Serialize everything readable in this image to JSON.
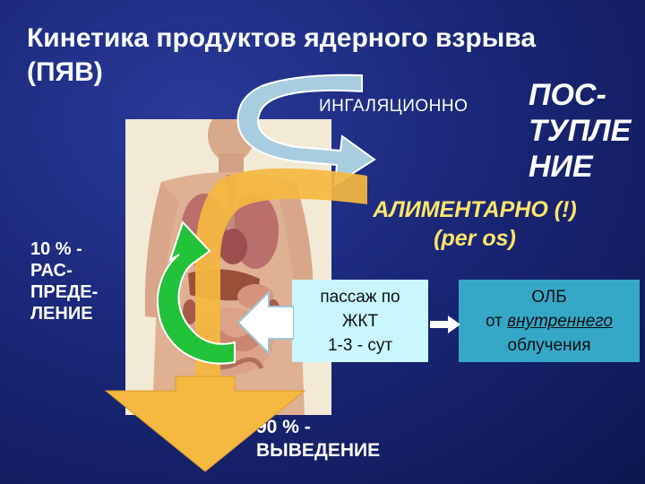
{
  "title": "Кинетика продуктов ядерного взрыва (ПЯВ)",
  "intake": {
    "inhalation": "ИНГАЛЯЦИОННО",
    "header": "ПОС-\nТУПЛЕ\nНИЕ",
    "alimentary_line1": "АЛИМЕНТАРНО (!)",
    "alimentary_line2": "(per os)"
  },
  "distribution": "10 % -\nРАС-\nПРЕДЕ-\nЛЕНИЕ",
  "excretion": "90 % -\nВЫВЕДЕНИЕ",
  "gi_passage": {
    "line1": "пассаж по",
    "line2": "ЖКТ",
    "line3": "1-3 - сут"
  },
  "olb": {
    "line1": "ОЛБ",
    "line2_prefix": "от ",
    "line2_emph": "внутреннего",
    "line3": "облучения"
  },
  "colors": {
    "background": "#1a2778",
    "alimentary_text": "#ffe66a",
    "gi_box": "#c9f6ff",
    "olb_box": "#35a8c8",
    "green_arrow": "#22c23a",
    "orange_arrow": "#f5b840",
    "blue_arrow": "#a9cde0"
  }
}
